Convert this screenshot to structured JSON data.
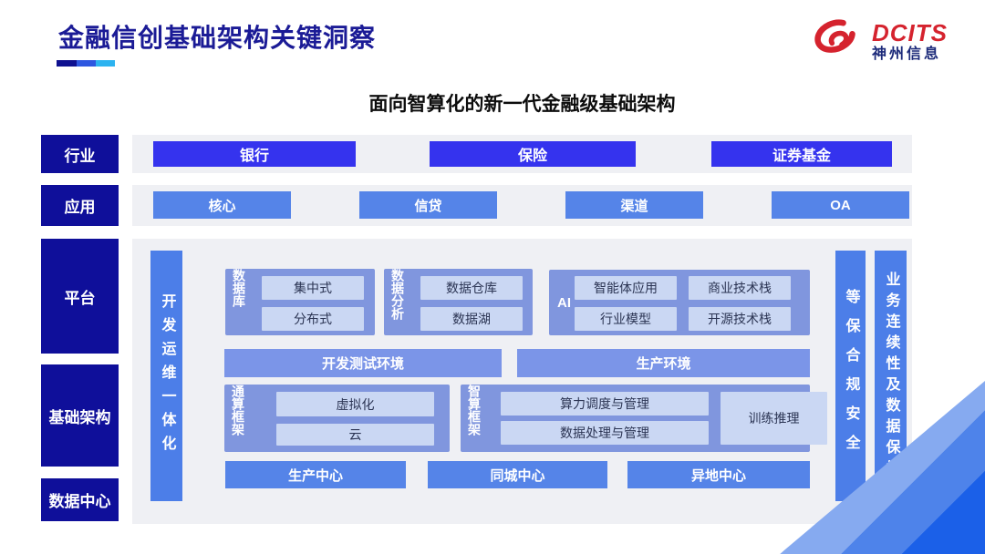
{
  "page": {
    "title": "金融信创基础架构关键洞察",
    "subtitle": "面向智算化的新一代金融级基础架构"
  },
  "logo": {
    "brand": "DCITS",
    "company": "神州信息"
  },
  "colors": {
    "title_navy": "#1b1b96",
    "rail_navy": "#0f0f9a",
    "industry_blue": "#3533ee",
    "app_blue": "#5584e8",
    "section_blue": "#8096de",
    "env_blue": "#7b95e8",
    "chip_light": "#cad7f3",
    "vbar_blue": "#4c7ee8",
    "logo_red": "#d5232e",
    "corner_deep_blue": "#1b60e8"
  },
  "diagram": {
    "side_labels": [
      {
        "label": "行业"
      },
      {
        "label": "应用"
      },
      {
        "label": "平台"
      },
      {
        "label": "基础架构"
      },
      {
        "label": "数据中心"
      }
    ],
    "industry_row": [
      "银行",
      "保险",
      "证券基金"
    ],
    "application_row": [
      "核心",
      "信贷",
      "渠道",
      "OA"
    ],
    "devops_bar": "开发运维一体化",
    "security_bar": "等保合规安全",
    "continuity_bar": "业务连续性及数据保护",
    "database_section": {
      "label": "数据库",
      "items": [
        "集中式",
        "分布式"
      ]
    },
    "analytics_section": {
      "label": "数据分析",
      "items": [
        "数据仓库",
        "数据湖"
      ]
    },
    "ai_section": {
      "label": "AI",
      "items": [
        "智能体应用",
        "商业技术栈",
        "行业模型",
        "开源技术栈"
      ]
    },
    "env_row": [
      "开发测试环境",
      "生产环境"
    ],
    "general_framework": {
      "label": "通算框架",
      "items": [
        "虚拟化",
        "云"
      ]
    },
    "ai_framework": {
      "label": "智算框架",
      "items": [
        "算力调度与管理",
        "数据处理与管理"
      ],
      "side_item": "训练推理"
    },
    "datacenter_row": [
      "生产中心",
      "同城中心",
      "异地中心"
    ]
  }
}
